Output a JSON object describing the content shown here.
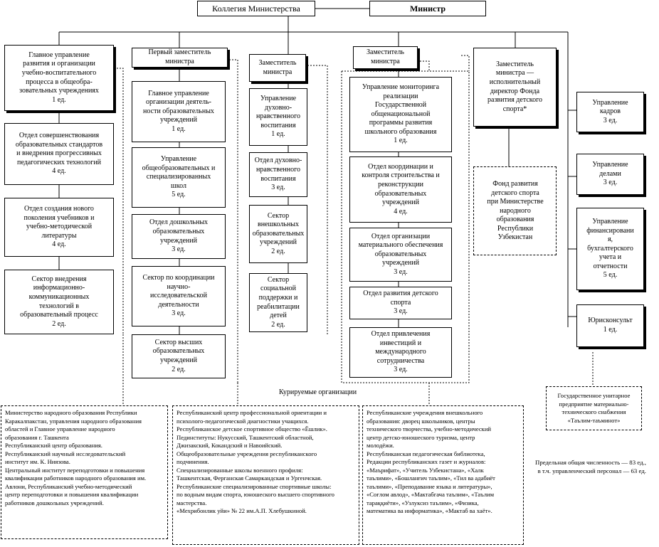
{
  "header": {
    "collegium": "Коллегия Министерства",
    "minister": "Министр"
  },
  "col1": {
    "head": "Главное управление\nразвития и организации\nучебно-воспитательного\nпроцесса в общеобра-\nзовательных учреждениях\n1 ед.",
    "units": [
      "Отдел совершенствования\nобразовательных стандартов\nи внедрения прогрессивных\nпедагогических технологий\n4 ед.",
      "Отдел создания нового\nпоколения учебников и\nучебно-методической\nлитературы\n4 ед.",
      "Сектор внедрения\nинформационно-\nкоммуникационных\nтехнологий в\nобразовательный процесс\n2 ед."
    ]
  },
  "col2": {
    "head": "Первый заместитель\nминистра",
    "units": [
      "Главное управление\nорганизации деятель-\nности образовательных\nучреждений\n1 ед.",
      "Управление\nобщеобразовательных и\nспециализированных\nшкол\n5 ед.",
      "Отдел дошкольных\nобразовательных\nучреждений\n3 ед.",
      "Сектор по координации\nнаучно-\nисследовательской\nдеятельности\n3 ед.",
      "Сектор высших\nобразовательных\nучреждений\n2 ед."
    ]
  },
  "col3": {
    "head": "Заместитель\nминистра",
    "units": [
      "Управление\nдуховно-\nнравственного\nвоспитания\n1 ед.",
      "Отдел духовно-\nнравственного\nвоспитания\n3 ед.",
      "Сектор\nвнешкольных\nобразовательных\nучреждений\n2 ед.",
      "Сектор социальной\nподдержки и\nреабилитации\nдетей\n2 ед."
    ]
  },
  "col4": {
    "head": "Заместитель\nминистра",
    "units": [
      "Управление мониторинга\nреализации\nГосударственной\nобщенациональной\nпрограммы развития\nшкольного образования\n1 ед.",
      "Отдел координации и\nконтроля строительства и\nреконструкции\nобразовательных\nучреждений\n4 ед.",
      "Отдел организации\nматериального обеспечения\nобразовательных\nучреждений\n3 ед.",
      "Отдел развития детского\nспорта\n3 ед.",
      "Отдел привлечения\nинвестиций и\nмеждународного\nсотрудничества\n3 ед."
    ]
  },
  "col5": {
    "head": "Заместитель\nминистра —\nисполнительный\nдиректор Фонда\nразвития детского\nспорта*",
    "fund": "Фонд развития\nдетского спорта\nпри Министерстве\nнародного\nобразования\nРеспублики\nУзбекистан"
  },
  "col6": {
    "units": [
      "Управление\nкадров\n3 ед.",
      "Управление\nделами\n3 ед.",
      "Управление\nфинансировани\nя,\nбухгалтерского\nучета и\nотчетности\n5 ед.",
      "Юрисконсульт\n1 ед."
    ]
  },
  "supervised_label": "Курируемые организации",
  "gup": "Государственное унитарное\nпредприятие материально-\nтехнического снабжения\n«Таълим-таъминот»",
  "notes": {
    "left": "Министерство народного образования Республики\nКаракалпакстан, управления народного образования\nобластей и Главное управление народного\nобразования г. Ташкента\nРеспубликанский центр образования.\nРеспубликанский научный исследовательский\nинститут им. К. Ниязова.\nЦентральный институт переподготовки и повышения\nквалификации работников народного образования им.\nАвлони, Республиканский учебно-методический\nцентр переподготовки и повышения квалификации\nработников дошкольных учреждений.",
    "middle": "Республиканский центр профессиональной ориентации и\nпсихолого-педагогической диагностики учащихся.\nРеспубликанское детское спортивное общество «Ёшлик».\nПединституты: Нукусский, Ташкентский областной,\nДжизакский, Кокандский и Навоийский.\nОбщеобразовательные учреждения республиканского\nподчинения.\nСпециализированные школы военного профиля:\nТашкентская, Ферганская Самаркандская и Ургенчская.\nРеспубликанские специализированные спортивные школы:\nпо водным видам спорта, юношеского высшего спортивного\nмастерства.\n«Мехрибонлик уйи» № 22 им.А.П. Хлебушкиной.",
    "right": "Республиканские учреждения внешкольного\nобразования: дворец школьников, центры\nтехнического творчества, учебно-методический\nцентр детско-юношеского туризма, центр\nмолодёжи.\nРеспубликанская педагогическая библиотека,\nРедакции республиканских газет и журналов:\n«Маърифат», «Учитель Узбекистана», «Халк\nтаълими», «Бошланғич таълим», «Тил ва адабиёт\nтаълими», «Преподавание языка и литературы»,\n«Соғлом авлод», «Мактабгача таълим», «Таълим\nтараққиёти», «Узлуксиз таълим», «Физика,\nматематика ва информатика», «Мактаб ва хаёт»."
  },
  "totals": "Предельная общая численность — 83 ед.,\nв т.ч. управленческий персонал — 63 ед."
}
